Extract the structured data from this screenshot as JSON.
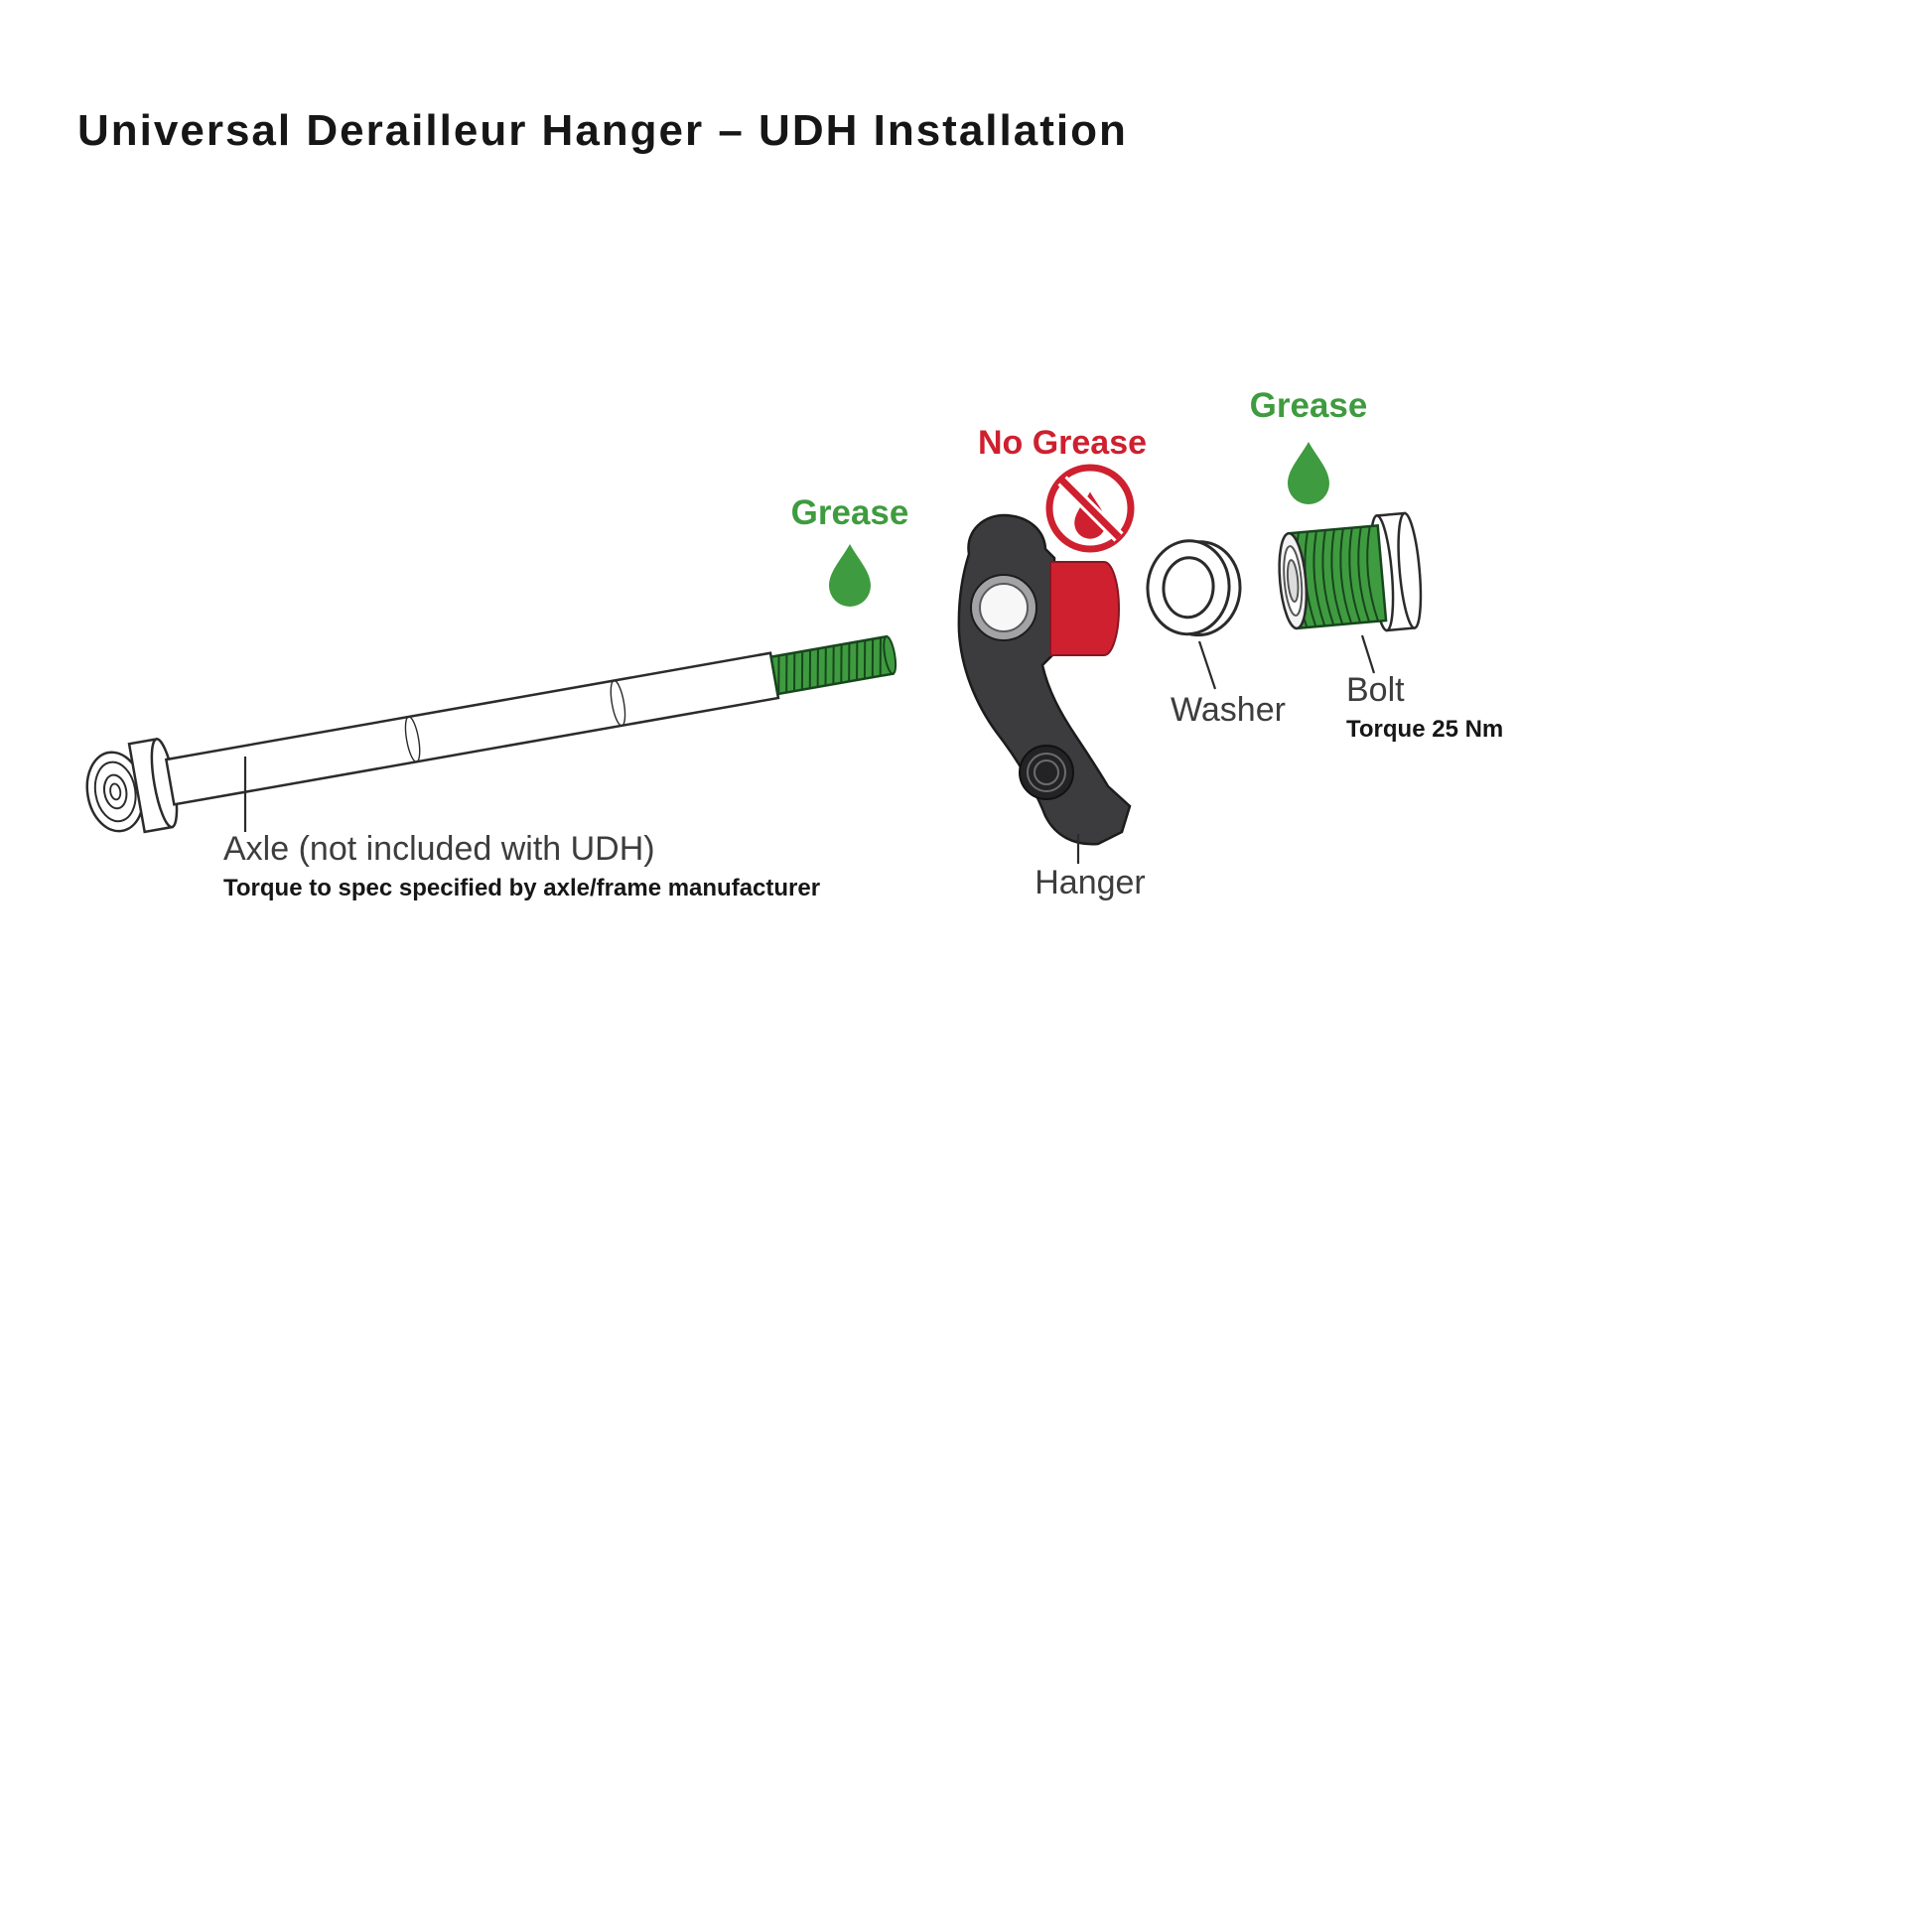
{
  "title": "Universal Derailleur Hanger – UDH Installation",
  "colors": {
    "grease_green": "#3f9b3f",
    "thread_line_green": "#17461d",
    "warning_red": "#ce202f",
    "hanger_gray": "#3c3c3e",
    "outline": "#2b2b2b",
    "label_text": "#3d3d3d",
    "title_text": "#161616"
  },
  "icons": {
    "grease_axle": "grease-droplet-icon",
    "grease_bolt": "grease-droplet-icon",
    "no_grease": "no-grease-prohibited-droplet-icon"
  },
  "annotations": {
    "grease_axle": {
      "label": "Grease"
    },
    "no_grease": {
      "label": "No Grease"
    },
    "grease_bolt": {
      "label": "Grease"
    }
  },
  "parts": {
    "axle": {
      "label": "Axle (not included with UDH)",
      "note": "Torque to spec specified by axle/frame manufacturer"
    },
    "hanger": {
      "label": "Hanger"
    },
    "washer": {
      "label": "Washer"
    },
    "bolt": {
      "label": "Bolt",
      "note": "Torque 25 Nm"
    }
  }
}
